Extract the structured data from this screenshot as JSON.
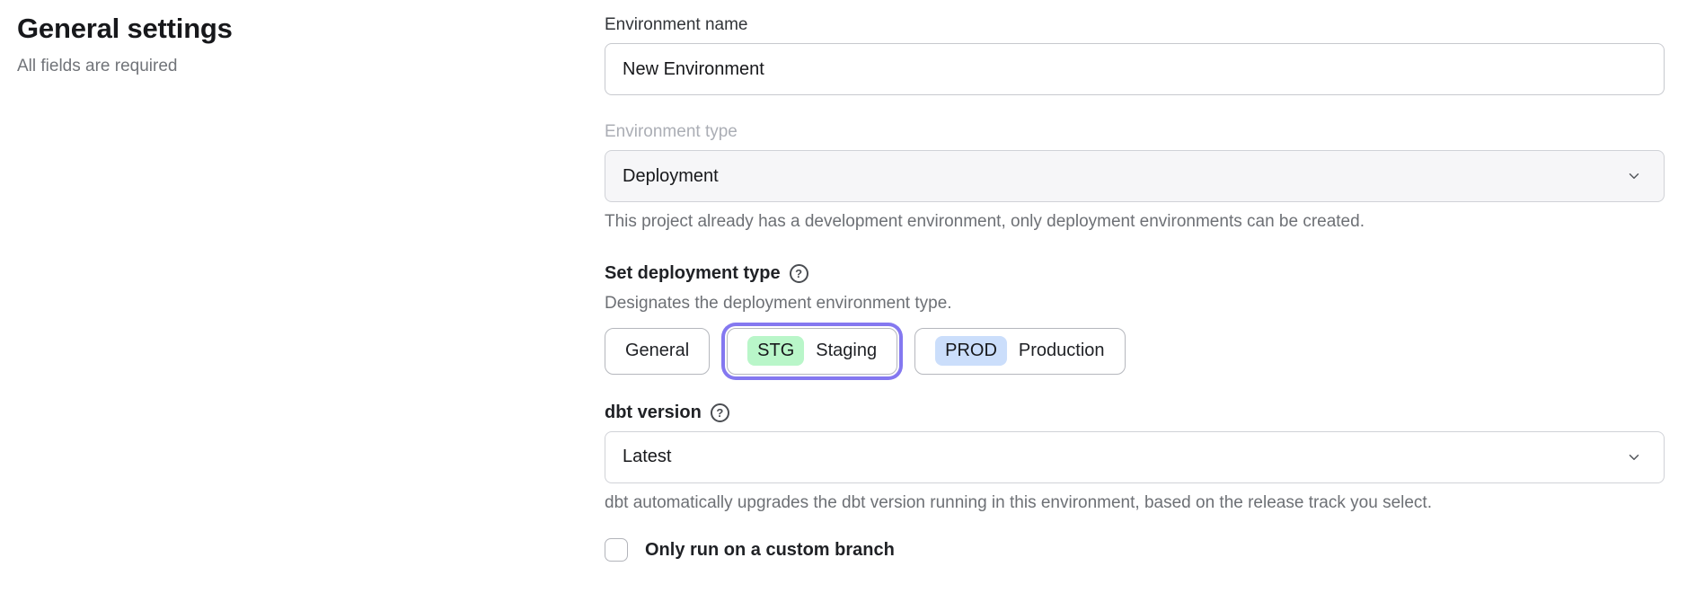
{
  "page": {
    "heading": "General settings",
    "subheading": "All fields are required"
  },
  "form": {
    "environment_name": {
      "label": "Environment name",
      "value": "New Environment"
    },
    "environment_type": {
      "label": "Environment type",
      "value": "Deployment",
      "disabled": true,
      "helper": "This project already has a development environment, only deployment environments can be created."
    },
    "deployment_type": {
      "label": "Set deployment type",
      "description": "Designates the deployment environment type.",
      "options": [
        {
          "label": "General",
          "badge": null,
          "selected": false
        },
        {
          "label": "Staging",
          "badge": "STG",
          "badge_color": "#b9f6c9",
          "selected": true
        },
        {
          "label": "Production",
          "badge": "PROD",
          "badge_color": "#cbdefb",
          "selected": false
        }
      ]
    },
    "dbt_version": {
      "label": "dbt version",
      "value": "Latest",
      "helper": "dbt automatically upgrades the dbt version running in this environment, based on the release track you select."
    },
    "custom_branch": {
      "label": "Only run on a custom branch",
      "checked": false
    }
  },
  "icons": {
    "help": "?"
  },
  "colors": {
    "selected_ring": "#8478f0",
    "stg_badge": "#b9f6c9",
    "prod_badge": "#cbdefb",
    "disabled_field_bg": "#f6f6f8",
    "border": "#c7c9ce",
    "helper_text": "#6d7075"
  }
}
